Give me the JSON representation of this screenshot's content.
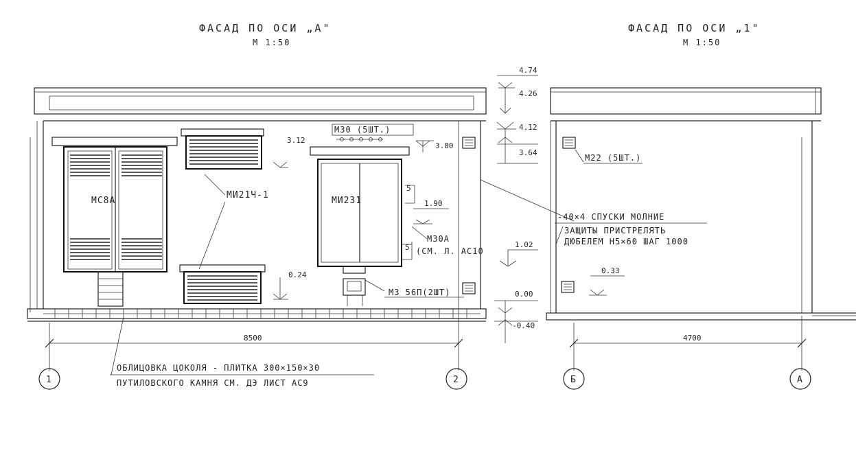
{
  "left_view": {
    "title": "ФАСАД ПО ОСИ „А\"",
    "scale": "М 1:50",
    "labels": {
      "door": "МС8А",
      "window_small": "МИ21Ч-1",
      "window_large": "МИ231",
      "downpipe_top": "М30 (5ШТ.)",
      "wall_mark": "М30А",
      "wall_ref": "(СМ. Л. АС10",
      "vent_bottom": "М3 56П(2ШТ)"
    },
    "levels": {
      "l312": "3.12",
      "l380": "3.80",
      "l190": "1.90",
      "l024": "0.24",
      "s1": "5",
      "s2": "5"
    },
    "width_dim": "8500",
    "axis_left": "1",
    "axis_right": "2",
    "note_line1": "ОБЛИЦОВКА ЦОКОЛЯ - ПЛИТКА 300×150×30",
    "note_line2": "ПУТИЛОВСКОГО КАМНЯ  СМ. ДЭ ЛИСТ АС9"
  },
  "middle_levels": {
    "m474": "4.74",
    "m426": "4.26",
    "m412": "4.12",
    "m364": "3.64",
    "m102": "1.02",
    "m000": "0.00",
    "m040": "-0.40"
  },
  "right_view": {
    "title": "ФАСАД ПО ОСИ „1\"",
    "scale": "М 1:50",
    "label_vent": "М22 (5ШТ.)",
    "note_line1": "-40×4 СПУСКИ МОЛНИЕ",
    "note_line2": "ЗАЩИТЫ ПРИСТРЕЛЯТЬ",
    "note_line3": "ДЮБЕЛЕМ Н5×60 ШАГ 1000",
    "level": "0.33",
    "width_dim": "4700",
    "axis_left": "Б",
    "axis_right": "А"
  }
}
